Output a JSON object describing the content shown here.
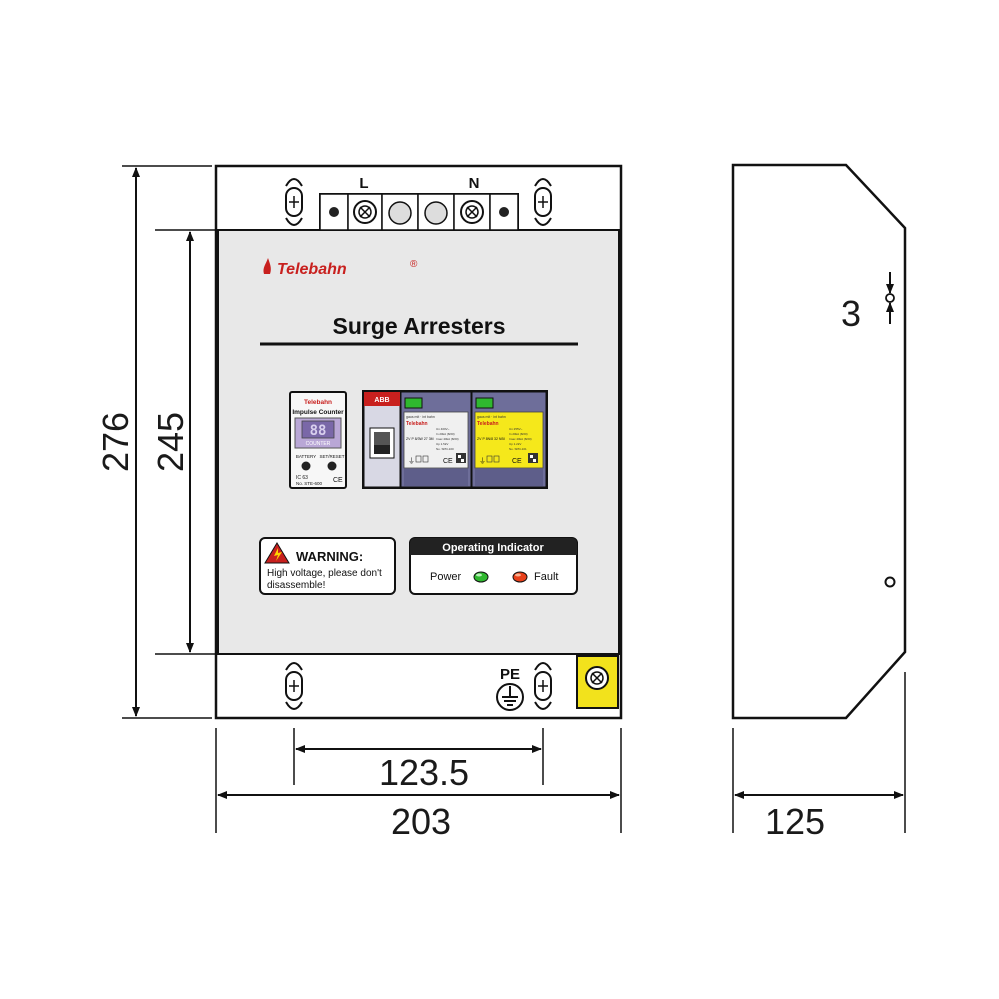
{
  "brand": {
    "name": "Telebahn",
    "registered": "®",
    "color": "#c8201e"
  },
  "panel": {
    "title": "Surge Arresters"
  },
  "terminals": {
    "line": "L",
    "neutral": "N",
    "earth": "PE"
  },
  "impulse_counter": {
    "brand": "Telebahn",
    "title": "Impulse Counter",
    "display": "88",
    "display_label": "COUNTER",
    "button_left": "BATTERY",
    "button_right": "SET/RESET",
    "line1": "IC 63",
    "line2": "No. STE-600"
  },
  "spd_modules": {
    "breaker_brand": "ABB",
    "module1": {
      "header": "gaus mit · int bahn",
      "brand": "Telebahn",
      "model": "ZV P 8/3W 27 3M",
      "specs": [
        "Un    400V~",
        "In    20kA (8/20)",
        "Imax  40kA (8/20)",
        "Up    1.5kV",
        "No.   SPD-100"
      ]
    },
    "module2": {
      "header": "gaus mit · int bahn",
      "brand": "Telebahn",
      "model": "ZV P 8N/8 32 NBI",
      "specs": [
        "Un    255V~",
        "In    20kA (8/20)",
        "Imax  40kA (8/20)",
        "Up    1.2kV",
        "No.   SPD-101"
      ]
    }
  },
  "warning": {
    "title": "WARNING:",
    "line1": "High voltage, please don't",
    "line2": "disassemble!"
  },
  "indicator": {
    "title": "Operating Indicator",
    "power": "Power",
    "fault": "Fault",
    "power_color": "#2fb82f",
    "fault_color": "#e8401a"
  },
  "dimensions": {
    "total_height": "276",
    "panel_height": "245",
    "hole_spacing": "123.5",
    "total_width": "203",
    "depth": "125",
    "wall_gap": "3"
  }
}
